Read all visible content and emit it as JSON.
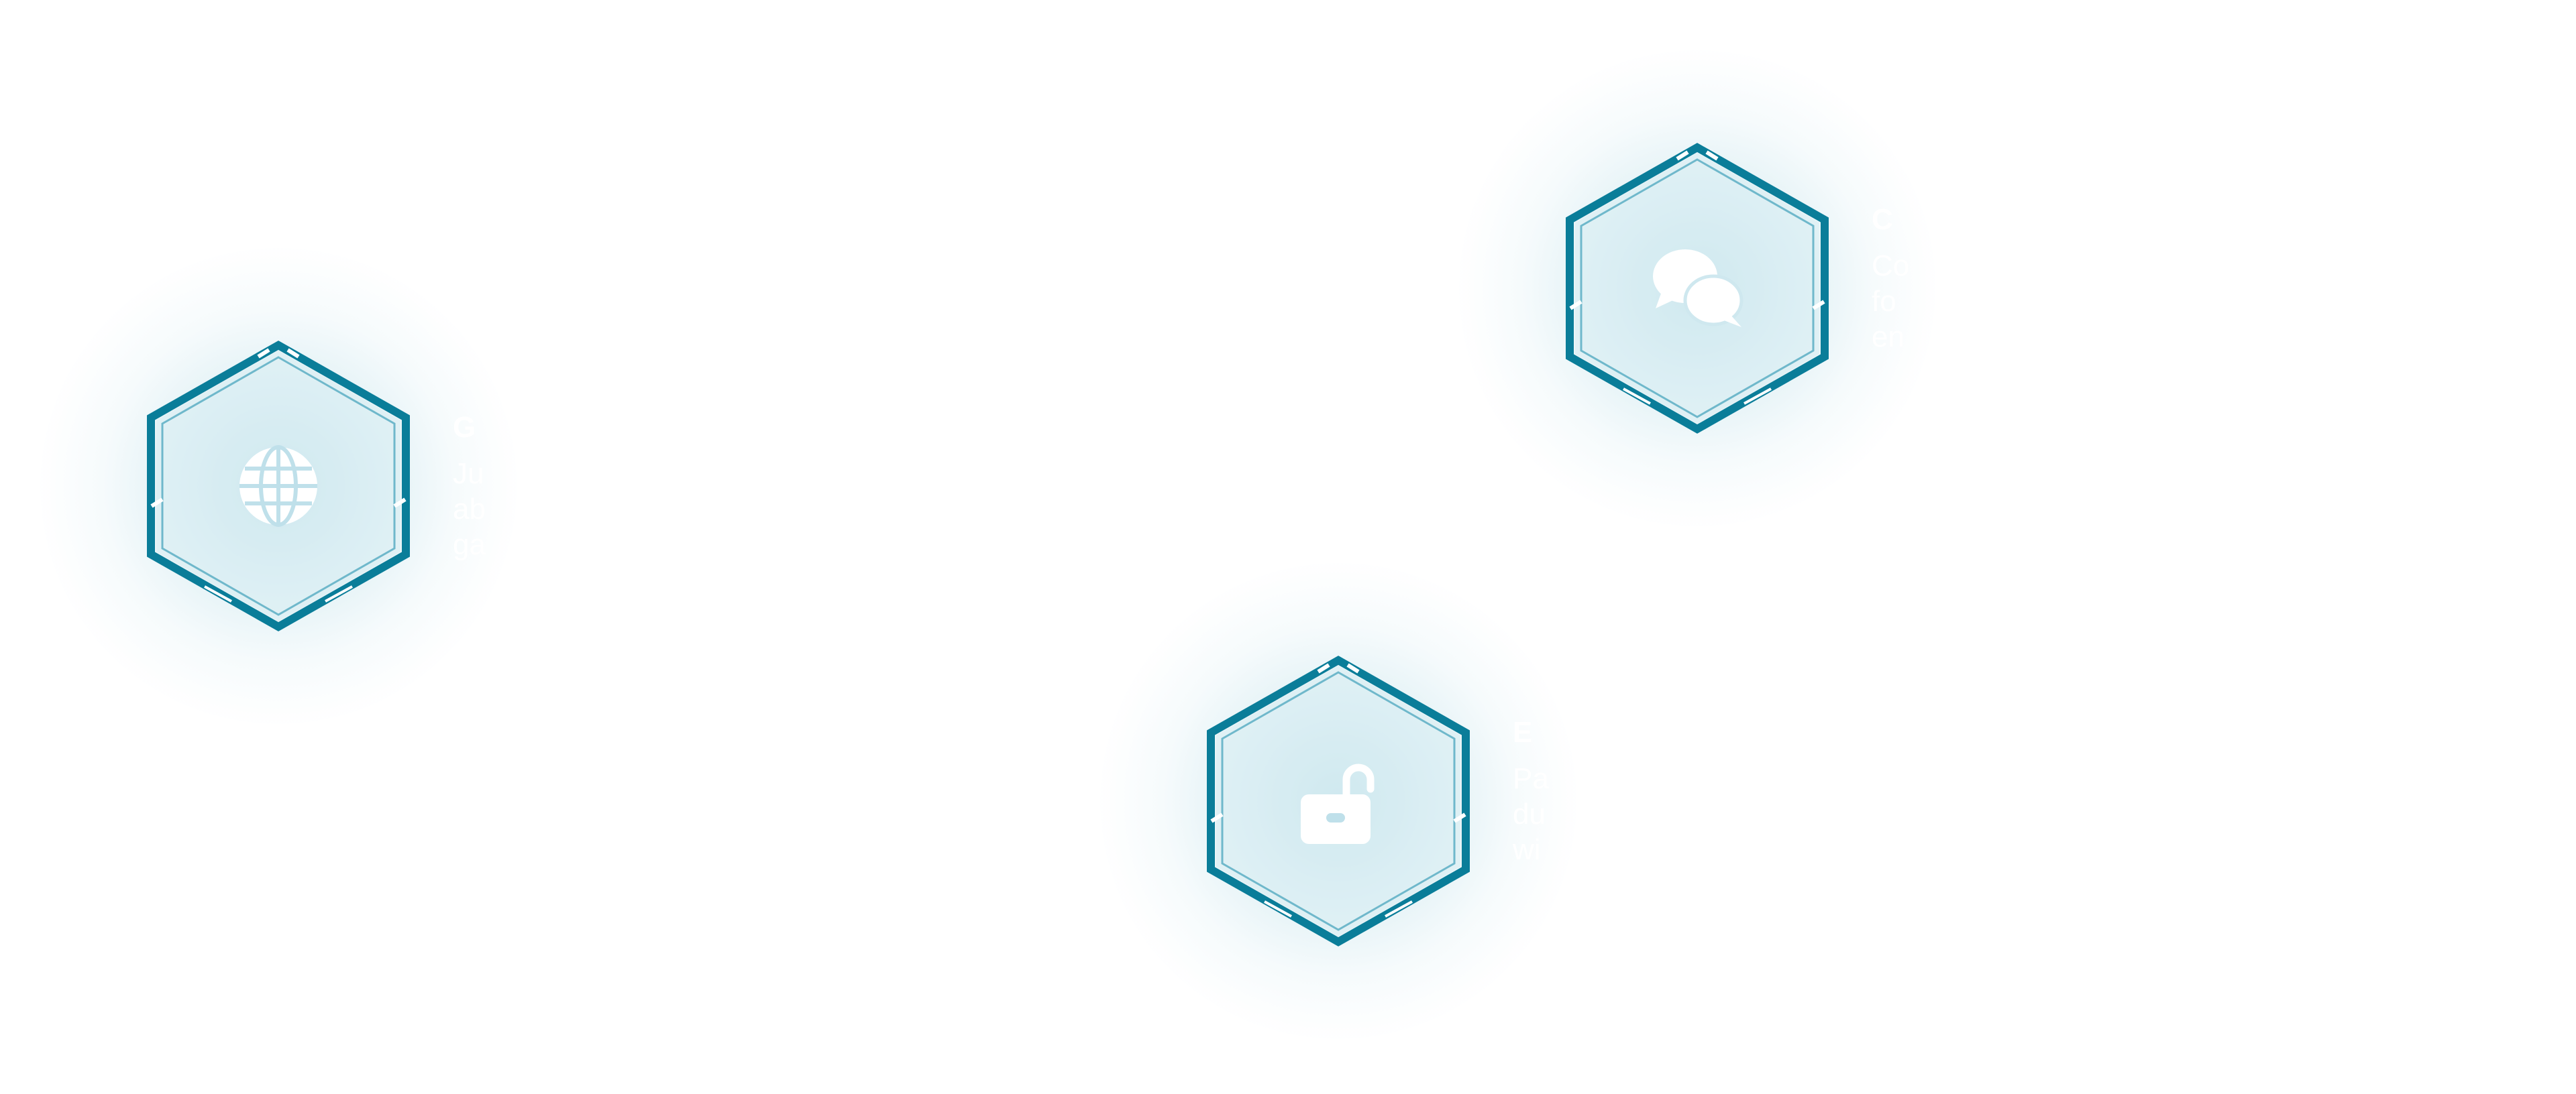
{
  "colors": {
    "background": "#ffffff",
    "hex_stroke": "#0a7d99",
    "hex_inner_stroke": "#6fb8cb",
    "hex_fill": "#d7edf3",
    "icon": "#ffffff",
    "text": "#ffffff"
  },
  "features": [
    {
      "icon": "globe-icon",
      "title": "G",
      "description_lines": [
        "Ju",
        "ab",
        "ga"
      ]
    },
    {
      "icon": "chat-bubbles-icon",
      "title": "C",
      "description_lines": [
        "Co",
        "fo",
        "en"
      ]
    },
    {
      "icon": "unlocked-padlock-icon",
      "title": "E",
      "description_lines": [
        "Pa",
        "du",
        "wi"
      ]
    }
  ]
}
